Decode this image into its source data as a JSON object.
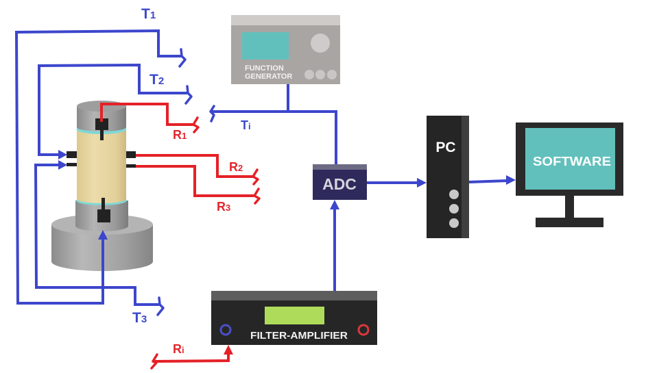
{
  "diagram": {
    "wire_labels": {
      "t1": {
        "main": "T",
        "sub": "1"
      },
      "t2": {
        "main": "T",
        "sub": "2"
      },
      "t3": {
        "main": "T",
        "sub": "3"
      },
      "ti": {
        "main": "T",
        "sub": "i"
      },
      "r1": {
        "main": "R",
        "sub": "1"
      },
      "r2": {
        "main": "R",
        "sub": "2"
      },
      "r3": {
        "main": "R",
        "sub": "3"
      },
      "ri": {
        "main": "R",
        "sub": "i"
      }
    },
    "devices": {
      "function_generator": {
        "line1": "FUNCTION",
        "line2": "GENERATOR"
      },
      "adc": {
        "label": "ADC"
      },
      "pc": {
        "label": "PC"
      },
      "monitor": {
        "label": "SOFTWARE"
      },
      "filter_amplifier": {
        "label": "FILTER-AMPLIFIER"
      }
    },
    "colors": {
      "transmit_wire": "#3c46cc",
      "receive_wire": "#e42127",
      "transmit_label": "#3c4ac9",
      "receive_label": "#e3262d",
      "screen": "#62c0bc",
      "amp_display": "#aedc5a"
    }
  }
}
